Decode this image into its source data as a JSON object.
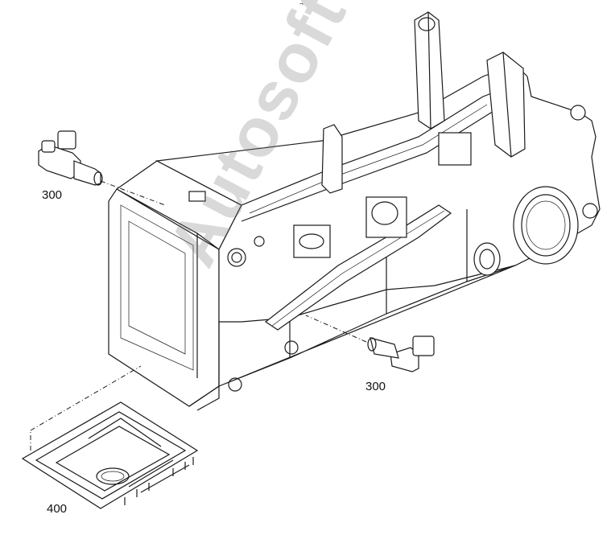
{
  "callouts": {
    "part_300_left": "300",
    "part_300_right": "300",
    "part_400": "400"
  },
  "header_mark": "¬",
  "watermark": "Autosoft"
}
